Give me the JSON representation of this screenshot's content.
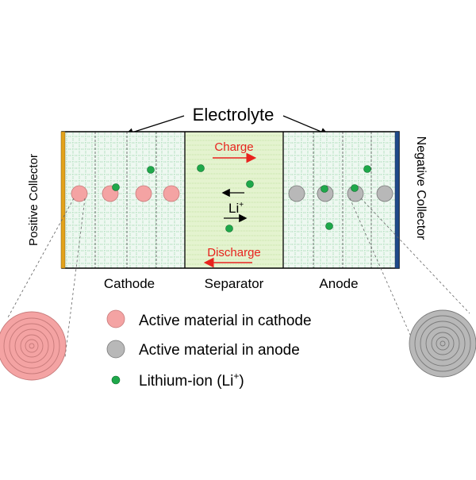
{
  "labels": {
    "electrolyte": "Electrolyte",
    "positive_collector": "Positive Collector",
    "negative_collector": "Negative Collector",
    "charge": "Charge",
    "discharge": "Discharge",
    "li_ion": "Li",
    "li_sup": "+",
    "cathode": "Cathode",
    "separator": "Separator",
    "anode": "Anode"
  },
  "legend": {
    "cathode_material": "Active material in cathode",
    "anode_material": "Active material in anode",
    "lithium_ion": "Lithium-ion (Li",
    "lithium_ion_sup": "+",
    "lithium_ion_close": ")"
  },
  "colors": {
    "cathode_particle": "#f4a3a3",
    "anode_particle": "#b8b8b8",
    "lithium_ion": "#1ea84a",
    "arrow_red": "#e8231e",
    "positive_collector": "#e3a21a",
    "negative_collector": "#1f4a8a",
    "separator_fill": "#dff2c8",
    "electrode_fill": "#e8f6ee"
  }
}
